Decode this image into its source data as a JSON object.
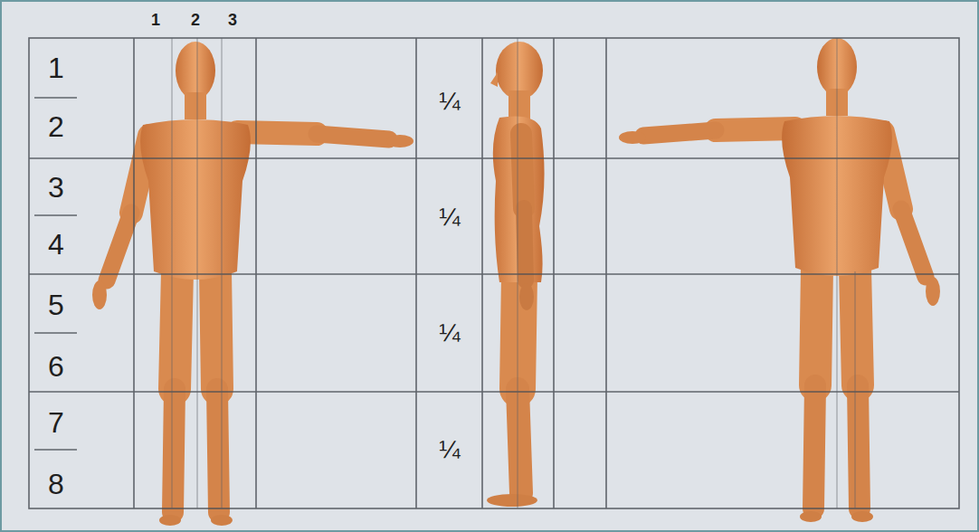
{
  "diagram": {
    "labels": [
      "1",
      "2",
      "3",
      "1",
      "2",
      "3",
      "4",
      "5",
      "6",
      "7",
      "8",
      "¼",
      "¼",
      "¼",
      "¼"
    ]
  }
}
